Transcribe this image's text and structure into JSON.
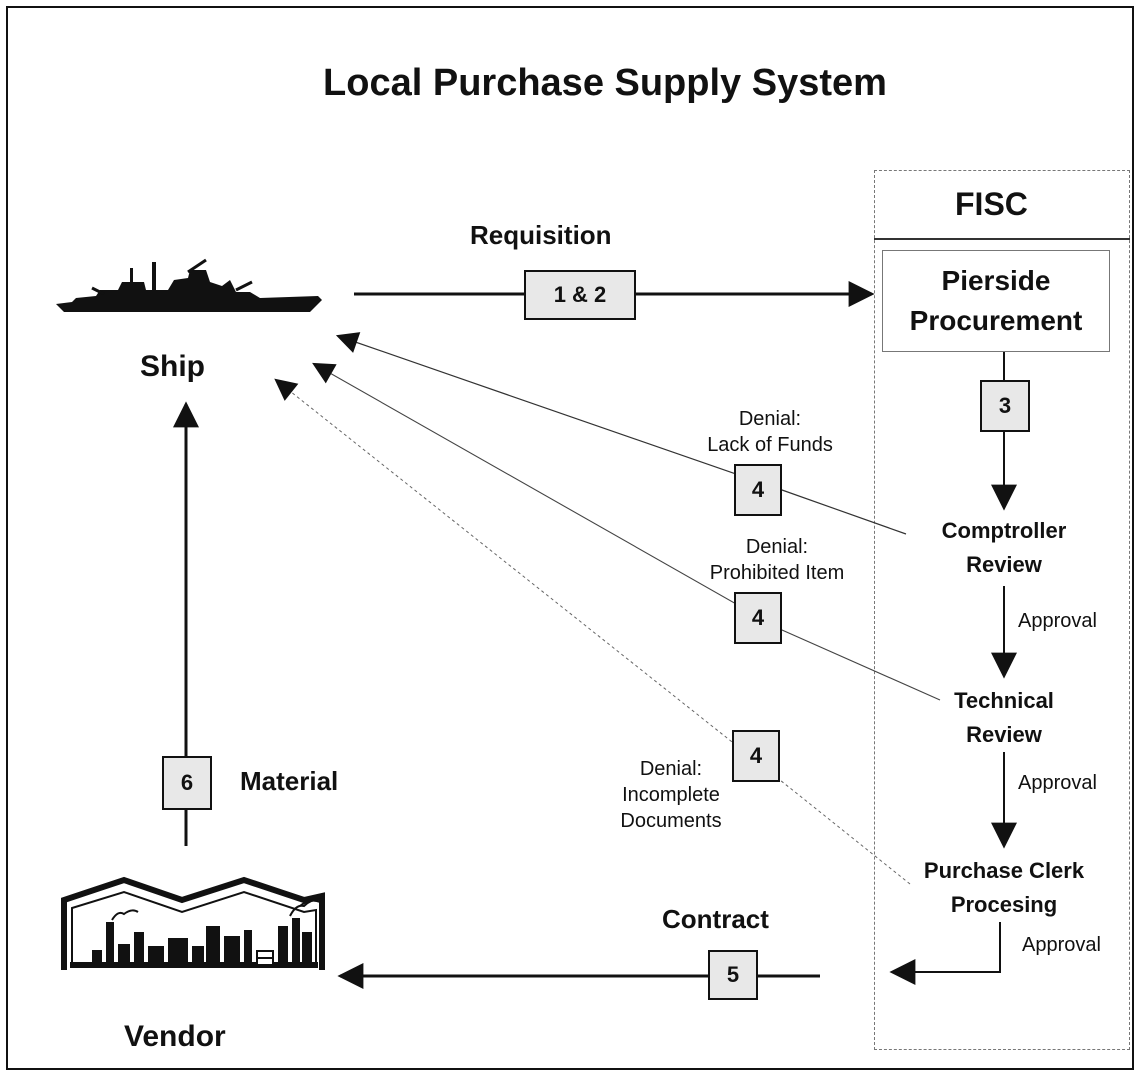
{
  "title": "Local Purchase Supply System",
  "nodes": {
    "ship": "Ship",
    "vendor": "Vendor",
    "fisc": "FISC",
    "pierside_line1": "Pierside",
    "pierside_line2": "Procurement",
    "comptroller_line1": "Comptroller",
    "comptroller_line2": "Review",
    "technical_line1": "Technical",
    "technical_line2": "Review",
    "purchase_line1": "Purchase Clerk",
    "purchase_line2": "Procesing"
  },
  "flows": {
    "requisition": "Requisition",
    "material": "Material",
    "contract": "Contract",
    "approval_1": "Approval",
    "approval_2": "Approval",
    "approval_3": "Approval",
    "denial_funds_line1": "Denial:",
    "denial_funds_line2": "Lack of Funds",
    "denial_prohibited_line1": "Denial:",
    "denial_prohibited_line2": "Prohibited Item",
    "denial_docs_line1": "Denial:",
    "denial_docs_line2": "Incomplete",
    "denial_docs_line3": "Documents"
  },
  "steps": {
    "step_1_2": "1 & 2",
    "step_3": "3",
    "step_4a": "4",
    "step_4b": "4",
    "step_4c": "4",
    "step_5": "5",
    "step_6": "6"
  },
  "colors": {
    "line": "#111111",
    "box_fill": "#e8e8e8",
    "denial_line": "#555555"
  },
  "icons": {
    "ship": "warship-silhouette-icon",
    "vendor": "factory-icon"
  }
}
